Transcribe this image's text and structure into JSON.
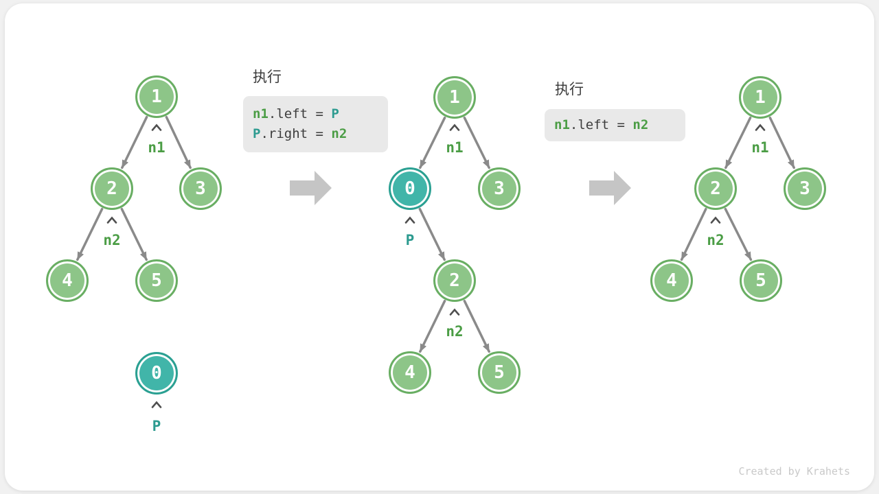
{
  "watermark": "Created by Krahets",
  "exec1": {
    "label": "执行",
    "line1": {
      "a": "n1",
      "b": ".left = ",
      "c": "P"
    },
    "line2": {
      "a": "P",
      "b": ".right = ",
      "c": "n2"
    }
  },
  "exec2": {
    "label": "执行",
    "line1": {
      "a": "n1",
      "b": ".left = ",
      "c": "n2"
    }
  },
  "tree1": {
    "node1": "1",
    "node2": "2",
    "node3": "3",
    "node4": "4",
    "node5": "5",
    "node0": "0",
    "ptr_n1": "n1",
    "ptr_n2": "n2",
    "ptr_p": "P"
  },
  "tree2": {
    "node1": "1",
    "node0": "0",
    "node3": "3",
    "node2": "2",
    "node4": "4",
    "node5": "5",
    "ptr_n1": "n1",
    "ptr_p": "P",
    "ptr_n2": "n2"
  },
  "tree3": {
    "node1": "1",
    "node2": "2",
    "node3": "3",
    "node4": "4",
    "node5": "5",
    "ptr_n1": "n1",
    "ptr_n2": "n2"
  },
  "colors": {
    "node_green_fill": "#8dc588",
    "node_green_border": "#69ae63",
    "node_teal_fill": "#41b5a9",
    "node_teal_border": "#2ba092",
    "pointer_green": "#4b9d45",
    "pointer_teal": "#2d9b90",
    "edge_gray": "#8a8a8a",
    "caret_gray": "#4f4f4f",
    "big_arrow_gray": "#c5c5c5",
    "code_bg": "#e9e9e9",
    "code_text": "#3d3d3d"
  }
}
